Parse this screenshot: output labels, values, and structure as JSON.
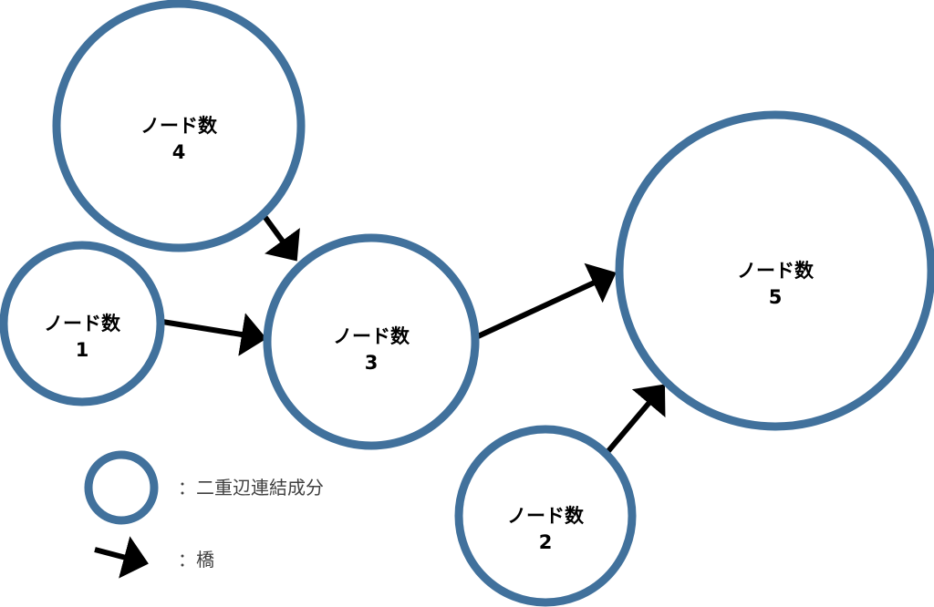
{
  "nodes": [
    {
      "id": "n4",
      "label": "ノード数",
      "count": "4"
    },
    {
      "id": "n1",
      "label": "ノード数",
      "count": "1"
    },
    {
      "id": "n3",
      "label": "ノード数",
      "count": "3"
    },
    {
      "id": "n5",
      "label": "ノード数",
      "count": "5"
    },
    {
      "id": "n2",
      "label": "ノード数",
      "count": "2"
    }
  ],
  "edges": [
    {
      "from": "n4",
      "to": "n3"
    },
    {
      "from": "n1",
      "to": "n3"
    },
    {
      "from": "n3",
      "to": "n5"
    },
    {
      "from": "n2",
      "to": "n5"
    }
  ],
  "legend": {
    "component_label": "：二重辺連結成分",
    "bridge_label": "：橋"
  },
  "colors": {
    "circle_stroke": "#41719c",
    "arrow": "#000000"
  }
}
